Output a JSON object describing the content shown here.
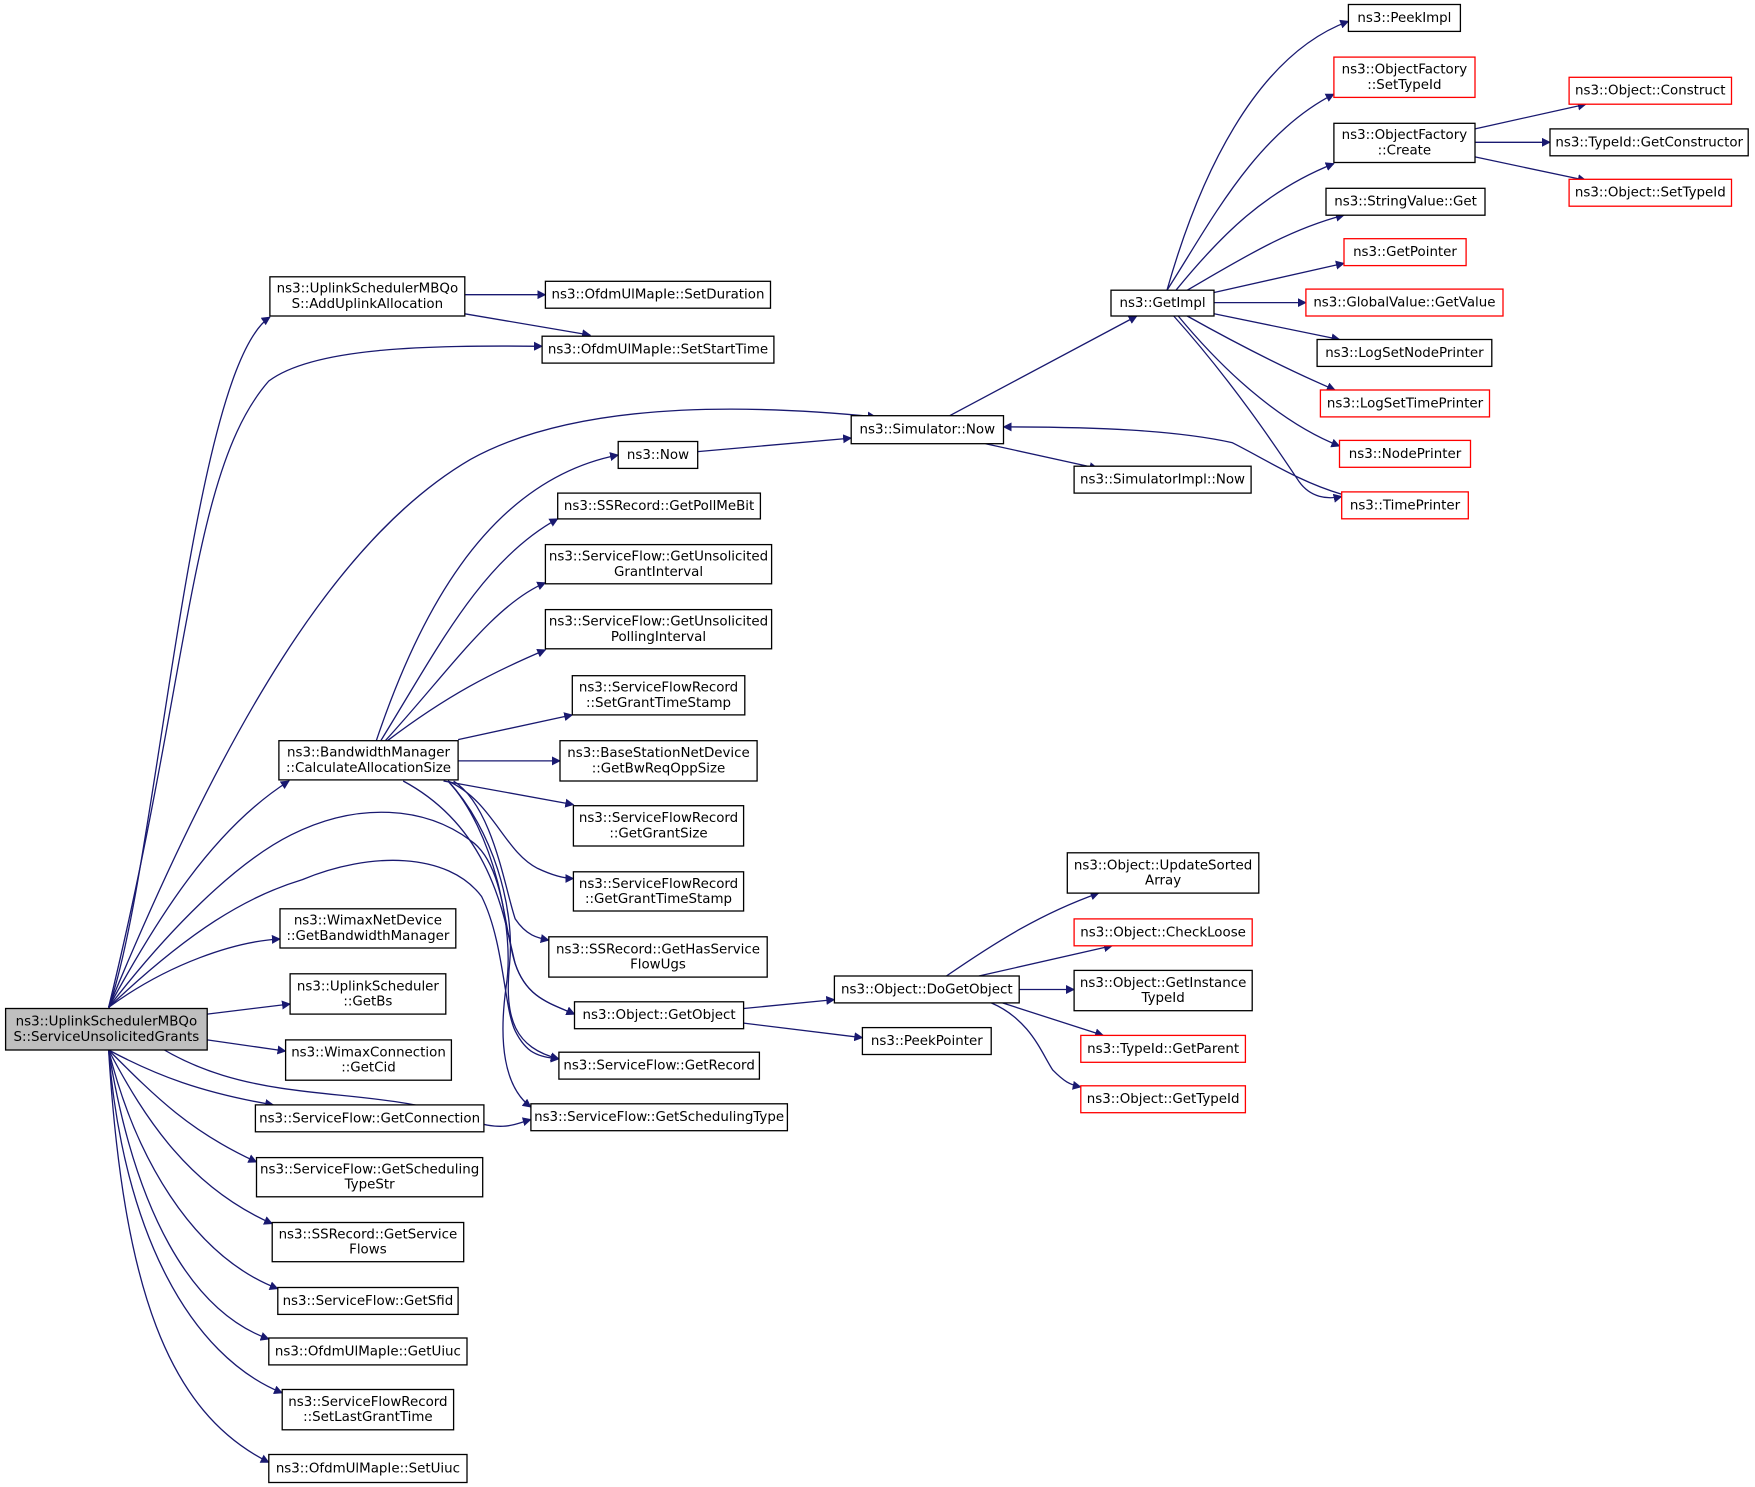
{
  "nodes": [
    {
      "id": "root",
      "lines": [
        "ns3::UplinkSchedulerMBQo",
        "S::ServiceUnsolicitedGrants"
      ],
      "style": "root"
    },
    {
      "id": "addUplink",
      "lines": [
        "ns3::UplinkSchedulerMBQo",
        "S::AddUplinkAllocation"
      ],
      "style": "black"
    },
    {
      "id": "setDuration",
      "lines": [
        "ns3::OfdmUlMapIe::SetDuration"
      ],
      "style": "black"
    },
    {
      "id": "setStartTime",
      "lines": [
        "ns3::OfdmUlMapIe::SetStartTime"
      ],
      "style": "black"
    },
    {
      "id": "simNow",
      "lines": [
        "ns3::Simulator::Now"
      ],
      "style": "black"
    },
    {
      "id": "ns3Now",
      "lines": [
        "ns3::Now"
      ],
      "style": "black"
    },
    {
      "id": "simImplNow",
      "lines": [
        "ns3::SimulatorImpl::Now"
      ],
      "style": "black"
    },
    {
      "id": "getImpl",
      "lines": [
        "ns3::GetImpl"
      ],
      "style": "black"
    },
    {
      "id": "peekImpl",
      "lines": [
        "ns3::PeekImpl"
      ],
      "style": "black"
    },
    {
      "id": "ofSetTypeId",
      "lines": [
        "ns3::ObjectFactory",
        "::SetTypeId"
      ],
      "style": "red"
    },
    {
      "id": "ofCreate",
      "lines": [
        "ns3::ObjectFactory",
        "::Create"
      ],
      "style": "black"
    },
    {
      "id": "objConstruct",
      "lines": [
        "ns3::Object::Construct"
      ],
      "style": "red"
    },
    {
      "id": "getConstructor",
      "lines": [
        "ns3::TypeId::GetConstructor"
      ],
      "style": "black"
    },
    {
      "id": "objSetTypeId",
      "lines": [
        "ns3::Object::SetTypeId"
      ],
      "style": "red"
    },
    {
      "id": "stringGet",
      "lines": [
        "ns3::StringValue::Get"
      ],
      "style": "black"
    },
    {
      "id": "getPointer",
      "lines": [
        "ns3::GetPointer"
      ],
      "style": "red"
    },
    {
      "id": "globalGetValue",
      "lines": [
        "ns3::GlobalValue::GetValue"
      ],
      "style": "red"
    },
    {
      "id": "logNodePrinter",
      "lines": [
        "ns3::LogSetNodePrinter"
      ],
      "style": "black"
    },
    {
      "id": "logTimePrinter",
      "lines": [
        "ns3::LogSetTimePrinter"
      ],
      "style": "red"
    },
    {
      "id": "nodePrinter",
      "lines": [
        "ns3::NodePrinter"
      ],
      "style": "red"
    },
    {
      "id": "timePrinter",
      "lines": [
        "ns3::TimePrinter"
      ],
      "style": "red"
    },
    {
      "id": "getPollMeBit",
      "lines": [
        "ns3::SSRecord::GetPollMeBit"
      ],
      "style": "black"
    },
    {
      "id": "getUnsGrant",
      "lines": [
        "ns3::ServiceFlow::GetUnsolicited",
        "GrantInterval"
      ],
      "style": "black"
    },
    {
      "id": "getUnsPoll",
      "lines": [
        "ns3::ServiceFlow::GetUnsolicited",
        "PollingInterval"
      ],
      "style": "black"
    },
    {
      "id": "setGrantTS",
      "lines": [
        "ns3::ServiceFlowRecord",
        "::SetGrantTimeStamp"
      ],
      "style": "black"
    },
    {
      "id": "bwManager",
      "lines": [
        "ns3::BandwidthManager",
        "::CalculateAllocationSize"
      ],
      "style": "black"
    },
    {
      "id": "getBwReq",
      "lines": [
        "ns3::BaseStationNetDevice",
        "::GetBwReqOppSize"
      ],
      "style": "black"
    },
    {
      "id": "getGrantSize",
      "lines": [
        "ns3::ServiceFlowRecord",
        "::GetGrantSize"
      ],
      "style": "black"
    },
    {
      "id": "getGrantTS",
      "lines": [
        "ns3::ServiceFlowRecord",
        "::GetGrantTimeStamp"
      ],
      "style": "black"
    },
    {
      "id": "getHasSF",
      "lines": [
        "ns3::SSRecord::GetHasService",
        "FlowUgs"
      ],
      "style": "black"
    },
    {
      "id": "getObject",
      "lines": [
        "ns3::Object::GetObject"
      ],
      "style": "black"
    },
    {
      "id": "getRecord",
      "lines": [
        "ns3::ServiceFlow::GetRecord"
      ],
      "style": "black"
    },
    {
      "id": "getSchedType",
      "lines": [
        "ns3::ServiceFlow::GetSchedulingType"
      ],
      "style": "black"
    },
    {
      "id": "getBwMgr",
      "lines": [
        "ns3::WimaxNetDevice",
        "::GetBandwidthManager"
      ],
      "style": "black"
    },
    {
      "id": "getBs",
      "lines": [
        "ns3::UplinkScheduler",
        "::GetBs"
      ],
      "style": "black"
    },
    {
      "id": "getCid",
      "lines": [
        "ns3::WimaxConnection",
        "::GetCid"
      ],
      "style": "black"
    },
    {
      "id": "getConnection",
      "lines": [
        "ns3::ServiceFlow::GetConnection"
      ],
      "style": "black"
    },
    {
      "id": "getSchedStr",
      "lines": [
        "ns3::ServiceFlow::GetScheduling",
        "TypeStr"
      ],
      "style": "black"
    },
    {
      "id": "getServiceFlows",
      "lines": [
        "ns3::SSRecord::GetService",
        "Flows"
      ],
      "style": "black"
    },
    {
      "id": "getSfid",
      "lines": [
        "ns3::ServiceFlow::GetSfid"
      ],
      "style": "black"
    },
    {
      "id": "getUiuc",
      "lines": [
        "ns3::OfdmUlMapIe::GetUiuc"
      ],
      "style": "black"
    },
    {
      "id": "setLastGrant",
      "lines": [
        "ns3::ServiceFlowRecord",
        "::SetLastGrantTime"
      ],
      "style": "black"
    },
    {
      "id": "setUiuc",
      "lines": [
        "ns3::OfdmUlMapIe::SetUiuc"
      ],
      "style": "black"
    },
    {
      "id": "doGetObject",
      "lines": [
        "ns3::Object::DoGetObject"
      ],
      "style": "black"
    },
    {
      "id": "peekPointer",
      "lines": [
        "ns3::PeekPointer"
      ],
      "style": "black"
    },
    {
      "id": "updateSorted",
      "lines": [
        "ns3::Object::UpdateSorted",
        "Array"
      ],
      "style": "black"
    },
    {
      "id": "checkLoose",
      "lines": [
        "ns3::Object::CheckLoose"
      ],
      "style": "red"
    },
    {
      "id": "getInstTypeId",
      "lines": [
        "ns3::Object::GetInstance",
        "TypeId"
      ],
      "style": "black"
    },
    {
      "id": "getParent",
      "lines": [
        "ns3::TypeId::GetParent"
      ],
      "style": "red"
    },
    {
      "id": "getTypeId",
      "lines": [
        "ns3::Object::GetTypeId"
      ],
      "style": "red"
    }
  ]
}
